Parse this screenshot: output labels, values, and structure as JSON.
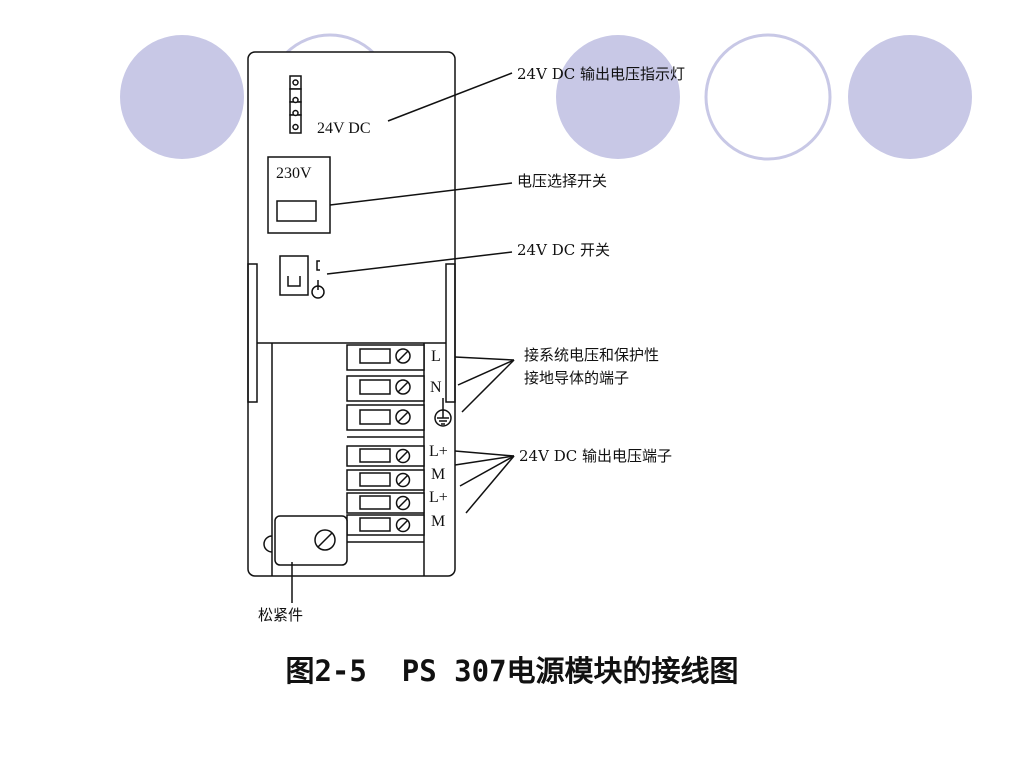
{
  "colors": {
    "circle_fill": "#c8c8e6",
    "circle_outline": "#c8c8e6",
    "line": "#111111",
    "background": "#ffffff"
  },
  "module": {
    "indicator_label": "24V DC",
    "voltage_selector_label": "230V",
    "terminal_labels": [
      "L",
      "N",
      "L+",
      "M",
      "L+",
      "M"
    ],
    "ground_icon": "ground-symbol-icon",
    "power_switch_icon": "power-symbol-icon"
  },
  "callouts": {
    "output_indicator": "24V DC 输出电压指示灯",
    "voltage_switch": "电压选择开关",
    "dc_switch": "24V DC 开关",
    "system_terminals_line1": "接系统电压和保护性",
    "system_terminals_line2": "接地导体的端子",
    "output_terminals": "24V DC 输出电压端子",
    "fastener": "松紧件"
  },
  "caption": "图2-5  PS 307电源模块的接线图"
}
